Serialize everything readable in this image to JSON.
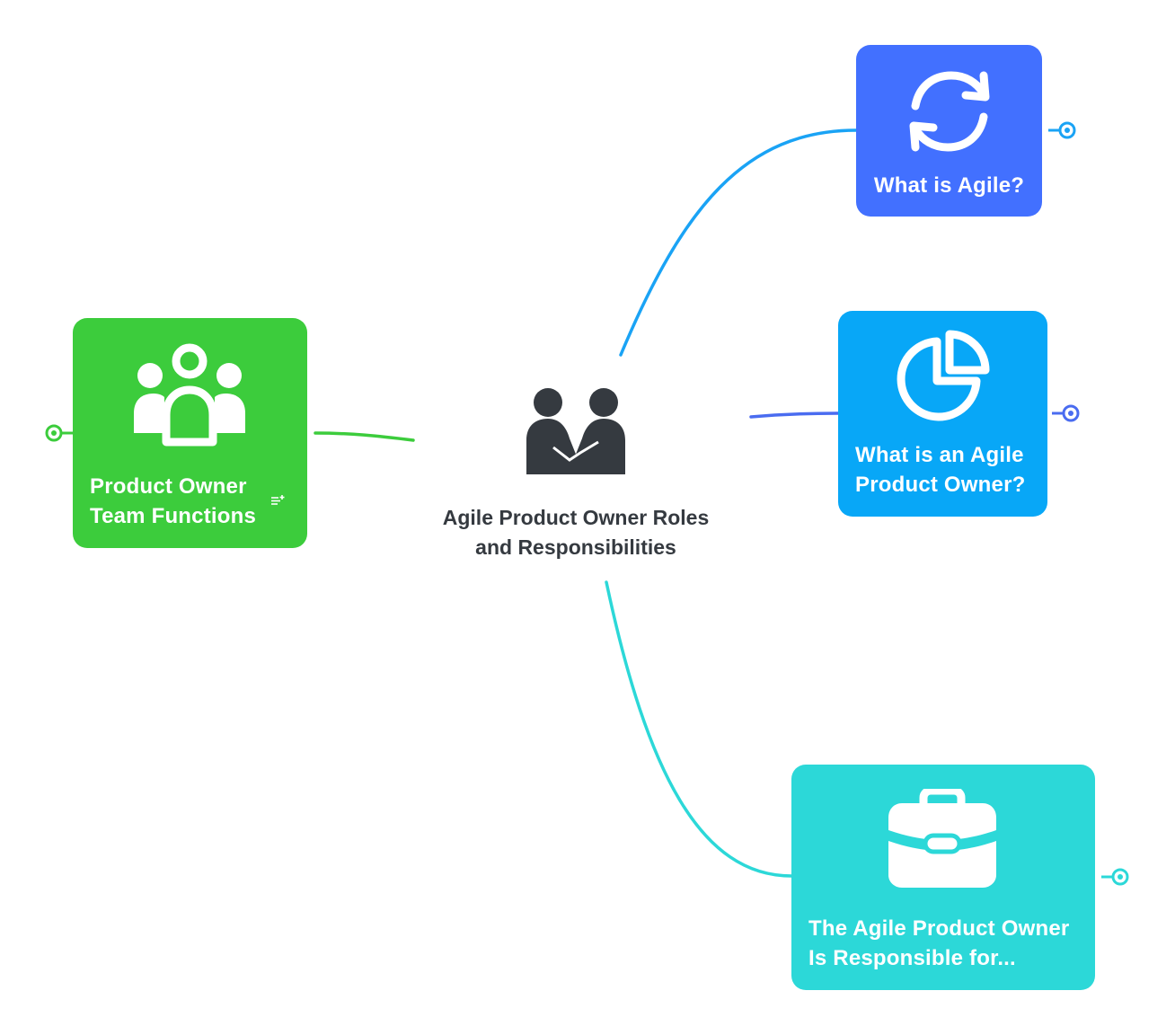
{
  "central_topic": {
    "label": "Agile Product Owner Roles\nand Responsibilities",
    "icon": "handshake-icon",
    "text_color": "#353a40"
  },
  "topics": [
    {
      "id": "agile",
      "label": "What is Agile?",
      "icon": "refresh-cycle-icon",
      "color": "#4270ff",
      "connector_color": "#1aa3f5"
    },
    {
      "id": "apo",
      "label": "What is an Agile\nProduct Owner?",
      "icon": "pie-chart-icon",
      "color": "#08a7f7",
      "connector_color": "#4a6cf0"
    },
    {
      "id": "team",
      "label": "Product Owner\nTeam Functions",
      "icon": "team-icon",
      "has_note": true,
      "color": "#3ccc3c",
      "connector_color": "#3ccc3c"
    },
    {
      "id": "responsible",
      "label": "The Agile Product Owner\nIs Responsible for...",
      "icon": "briefcase-icon",
      "color": "#2cd8d8",
      "connector_color": "#2cd8d8"
    }
  ]
}
